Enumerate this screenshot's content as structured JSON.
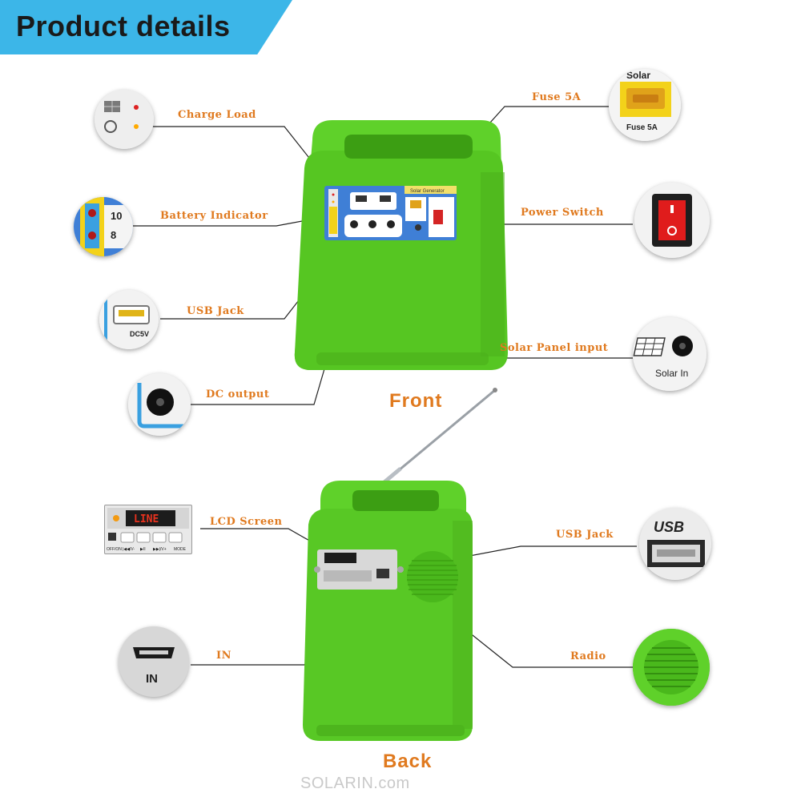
{
  "header": {
    "title": "Product details",
    "accent_color": "#3cb6e8"
  },
  "front": {
    "title": "Front",
    "device_label": "Solar Generator",
    "labels": {
      "charge_load": "Charge Load",
      "battery_indicator": "Battery Indicator",
      "usb_jack": "USB Jack",
      "dc_output": "DC  output",
      "fuse": "Fuse 5A",
      "power_switch": "Power Switch",
      "solar_panel_input": "Solar Panel input"
    },
    "inset_text": {
      "fuse": "Fuse 5A",
      "solar_panel": "Solar In",
      "usb": "DC5V",
      "battery_top": "10",
      "battery_bottom": "8",
      "solar_top": "Solar"
    }
  },
  "back": {
    "title": "Back",
    "labels": {
      "lcd_screen": "LCD Screen",
      "usb_jack": "USB Jack",
      "in": "IN",
      "radio": "Radio"
    },
    "lcd": {
      "display": "LINE",
      "buttons": [
        "OFF/ON",
        "|◀◀/V-",
        "▶II",
        "▶▶|/V+",
        "MODE"
      ]
    },
    "inset_text": {
      "in": "IN",
      "usb_logo": "USB"
    }
  },
  "watermark": "SOLARIN.com",
  "colors": {
    "label": "#e07a1f",
    "device_green": "#5fd12a",
    "panel_blue": "#3f7fd6"
  }
}
